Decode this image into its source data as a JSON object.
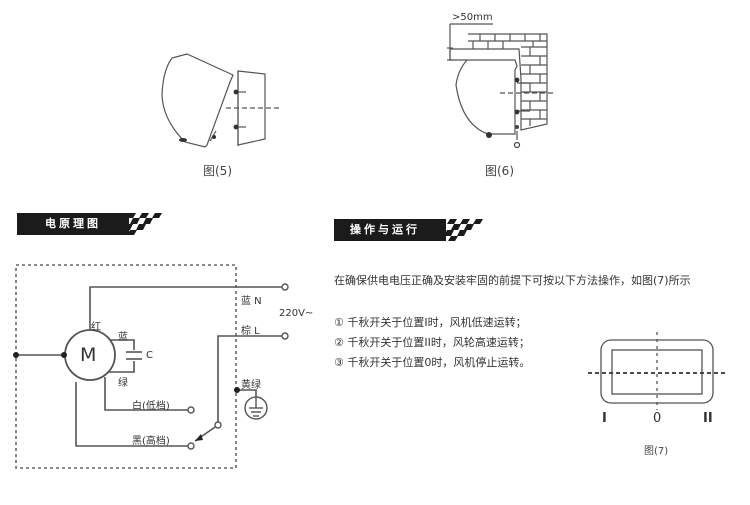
{
  "figures": {
    "fig5": {
      "caption": "图(5)"
    },
    "fig6": {
      "caption": "图(6)",
      "dimension": ">50mm"
    },
    "fig7": {
      "caption": "图(7)",
      "positions": [
        "I",
        "0",
        "II"
      ]
    }
  },
  "sections": {
    "schematic": {
      "title": "电原理图"
    },
    "operation": {
      "title": "操作与运行"
    }
  },
  "schematic": {
    "motor": "M",
    "capacitor": "C",
    "wires": {
      "red": "红",
      "blue_cap": "蓝",
      "green_cap": "绿",
      "white_low": "白(低档)",
      "black_high": "黑(高档)",
      "blue_n": "蓝 N",
      "brown_l": "棕 L",
      "yellow_green": "黄绿"
    },
    "voltage": "220V~"
  },
  "operation": {
    "intro": "在确保供电电压正确及安装牢固的前提下可按以下方法操作，如图(7)所示",
    "steps": [
      "① 千秋开关于位置I时，风机低速运转；",
      "② 千秋开关于位置II时，风轮高速运转；",
      "③ 千秋开关于位置0时，风机停止运转。"
    ]
  },
  "colors": {
    "banner": "#1b1b1b",
    "line": "#555555"
  }
}
